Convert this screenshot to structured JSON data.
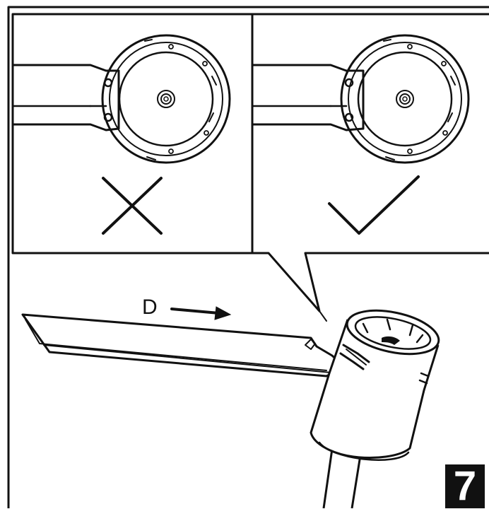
{
  "diagram": {
    "direction_label": "D",
    "step_number": "7",
    "panels": [
      {
        "name": "incorrect",
        "mark": "cross-icon"
      },
      {
        "name": "correct",
        "mark": "check-icon"
      }
    ],
    "colors": {
      "ink": "#111111",
      "paper": "#ffffff"
    }
  }
}
